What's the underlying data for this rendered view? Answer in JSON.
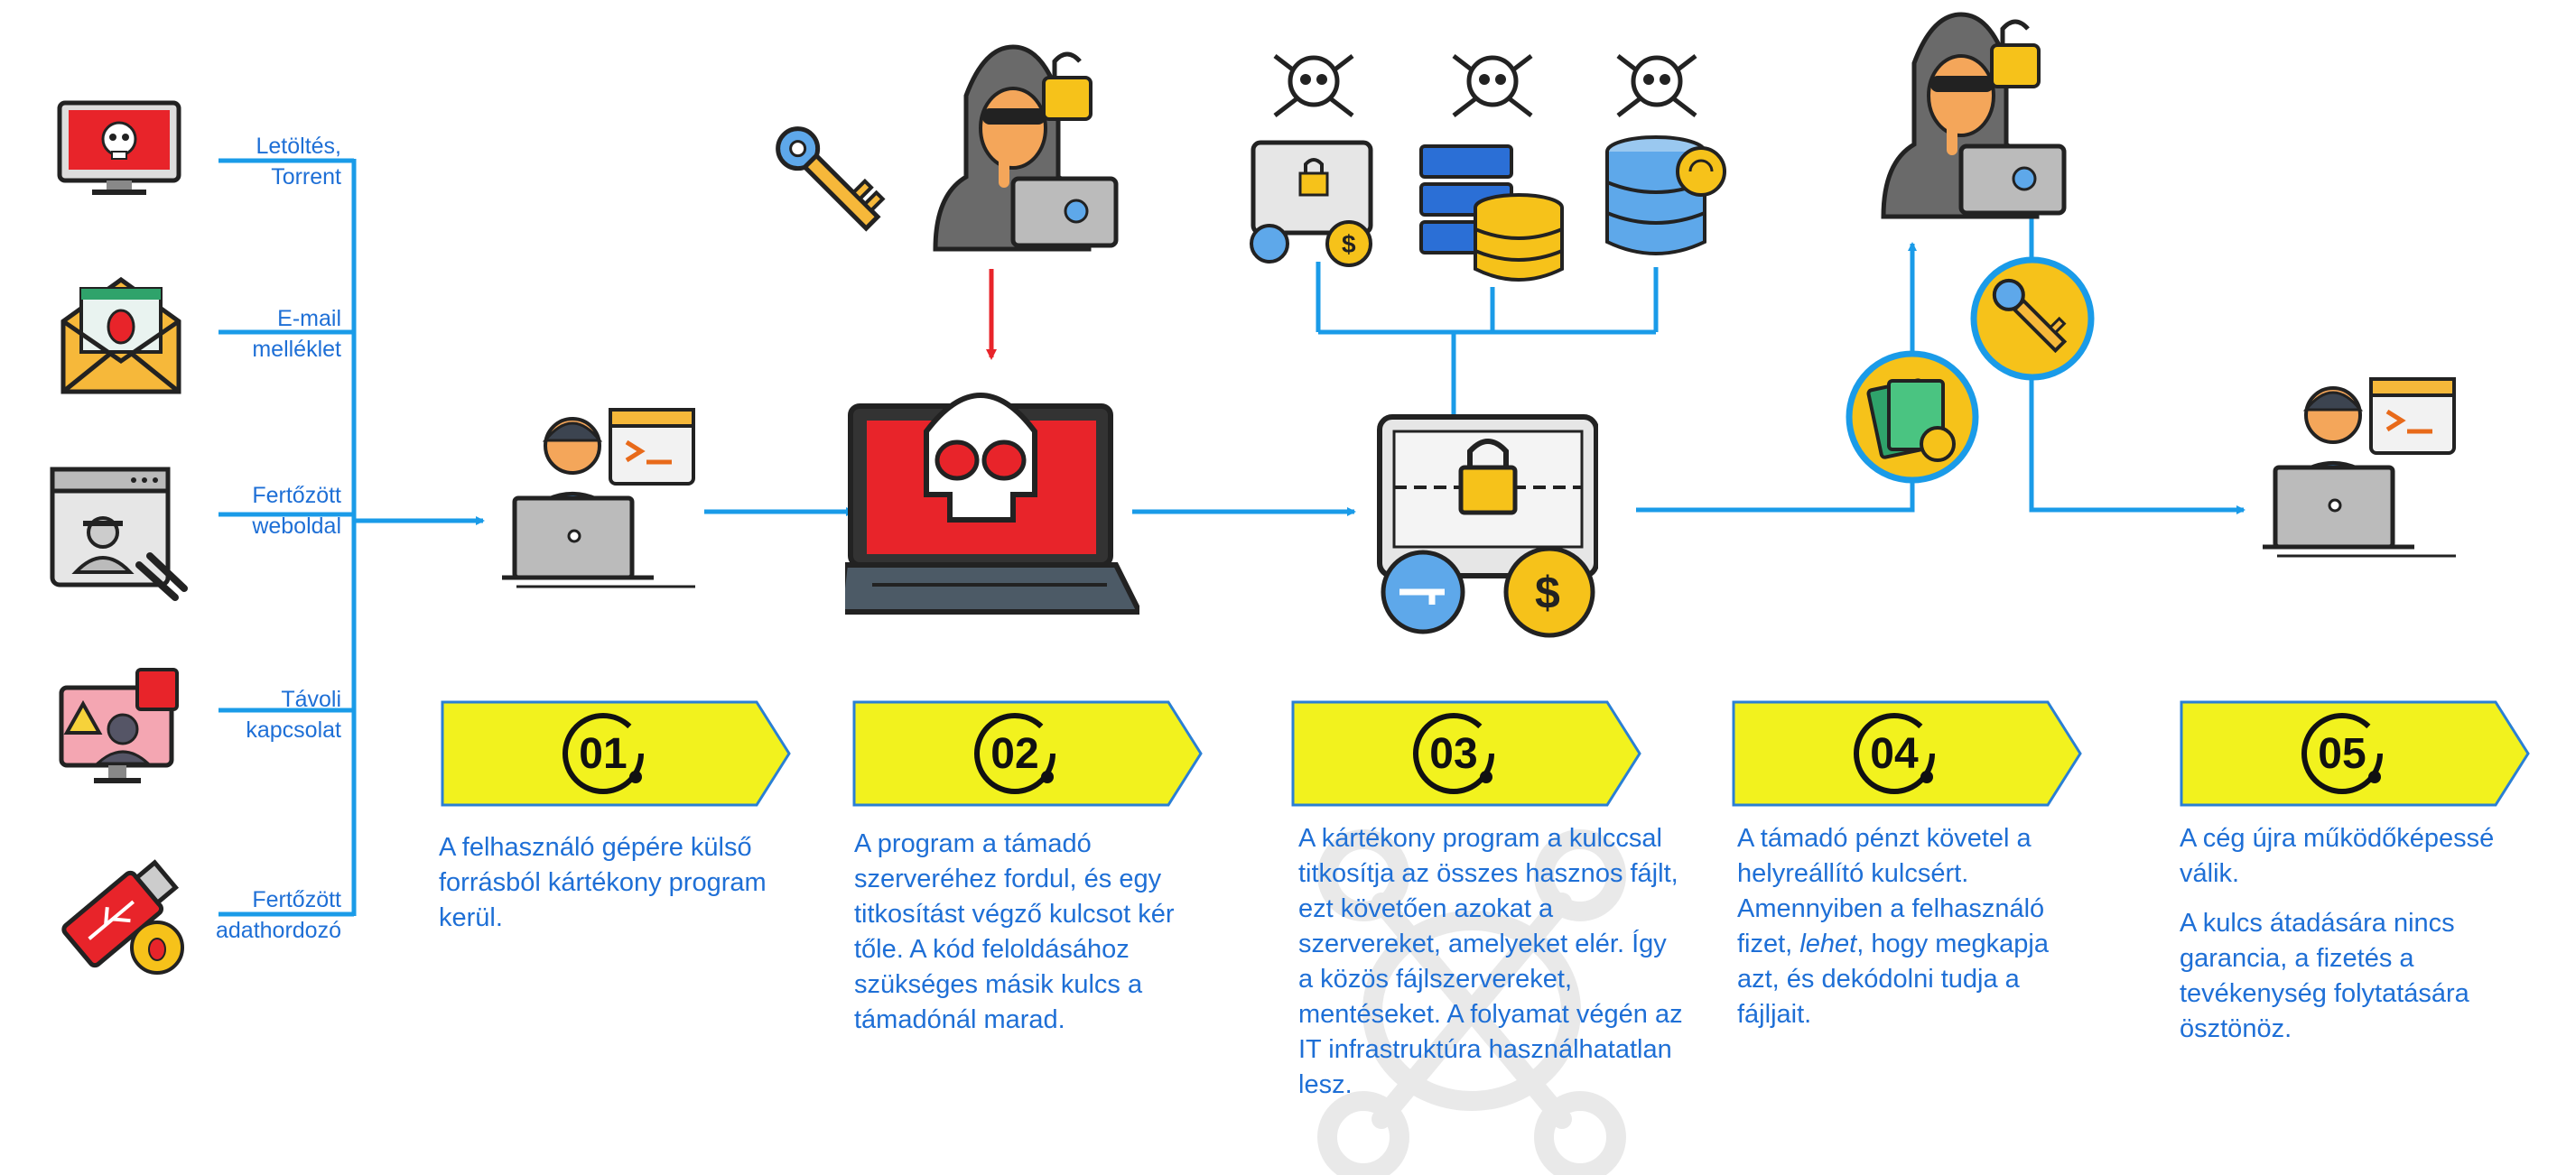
{
  "diagram": {
    "sources": [
      {
        "label": "Letöltés,\nTorrent",
        "icon": "infected-monitor-icon"
      },
      {
        "label": "E-mail\nmelléklet",
        "icon": "infected-email-icon"
      },
      {
        "label": "Fertőzött\nweboldal",
        "icon": "infected-website-icon"
      },
      {
        "label": "Távoli\nkapcsolat",
        "icon": "remote-connection-icon"
      },
      {
        "label": "Fertőzött\nadathordozó",
        "icon": "infected-usb-icon"
      }
    ],
    "steps": [
      {
        "num": "01",
        "desc": [
          "A felhasználó gépére külső forrásból kártékony program kerül."
        ]
      },
      {
        "num": "02",
        "desc": [
          "A program a támadó szerveréhez fordul, és egy titkosítást végző kulcsot kér tőle. A kód feloldásához szükséges másik kulcs a támadónál marad."
        ]
      },
      {
        "num": "03",
        "desc": [
          "A kártékony program a kulccsal titkosítja az összes hasznos fájlt, ezt követően azokat a szervereket, amelyeket elér. Így a közös fájlszervereket, mentéseket. A folyamat végén az IT infrastruktúra használhatatlan lesz."
        ]
      },
      {
        "num": "04",
        "desc_before": "A támadó pénzt követel a helyreállító kulcsért. Amennyiben a felhasználó fizet, ",
        "desc_em": "lehet",
        "desc_after": ", hogy megkapja azt, és dekódolni tudja a fájljait."
      },
      {
        "num": "05",
        "desc": [
          "A cég újra működőképessé válik.",
          "A kulcs átadására nincs garancia, a fizetés a tevékenység folytatására ösztönöz."
        ]
      }
    ]
  },
  "colors": {
    "line_blue": "#1a9be8",
    "text_blue": "#1e6fd6",
    "banner_yellow": "#f2f21e",
    "banner_border": "#2a7fd4",
    "alert_red": "#e8242a"
  }
}
